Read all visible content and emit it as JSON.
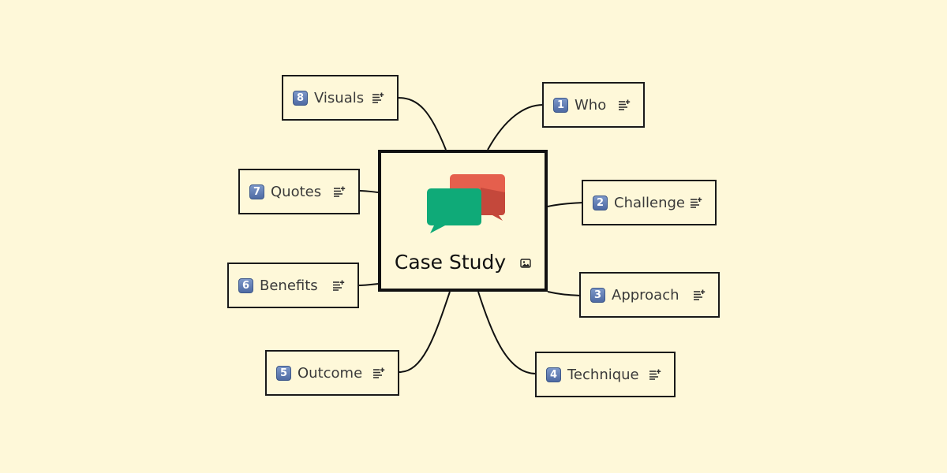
{
  "central": {
    "title": "Case Study",
    "icon": "speech-bubbles-icon",
    "attachment_icon": "image-icon",
    "bubble_colors": {
      "back": "#e55f4d",
      "back_shadow": "#c4483b",
      "front": "#0faa78"
    }
  },
  "topics": [
    {
      "number": "1",
      "label": "Who"
    },
    {
      "number": "2",
      "label": "Challenge"
    },
    {
      "number": "3",
      "label": "Approach"
    },
    {
      "number": "4",
      "label": "Technique"
    },
    {
      "number": "5",
      "label": "Outcome"
    },
    {
      "number": "6",
      "label": "Benefits"
    },
    {
      "number": "7",
      "label": "Quotes"
    },
    {
      "number": "8",
      "label": "Visuals"
    }
  ],
  "topic_icon": "notes-icon",
  "colors": {
    "background": "#fef8d9",
    "border": "#1a1a1a",
    "badge": "#5b77ad",
    "text": "#3a3a3a"
  }
}
